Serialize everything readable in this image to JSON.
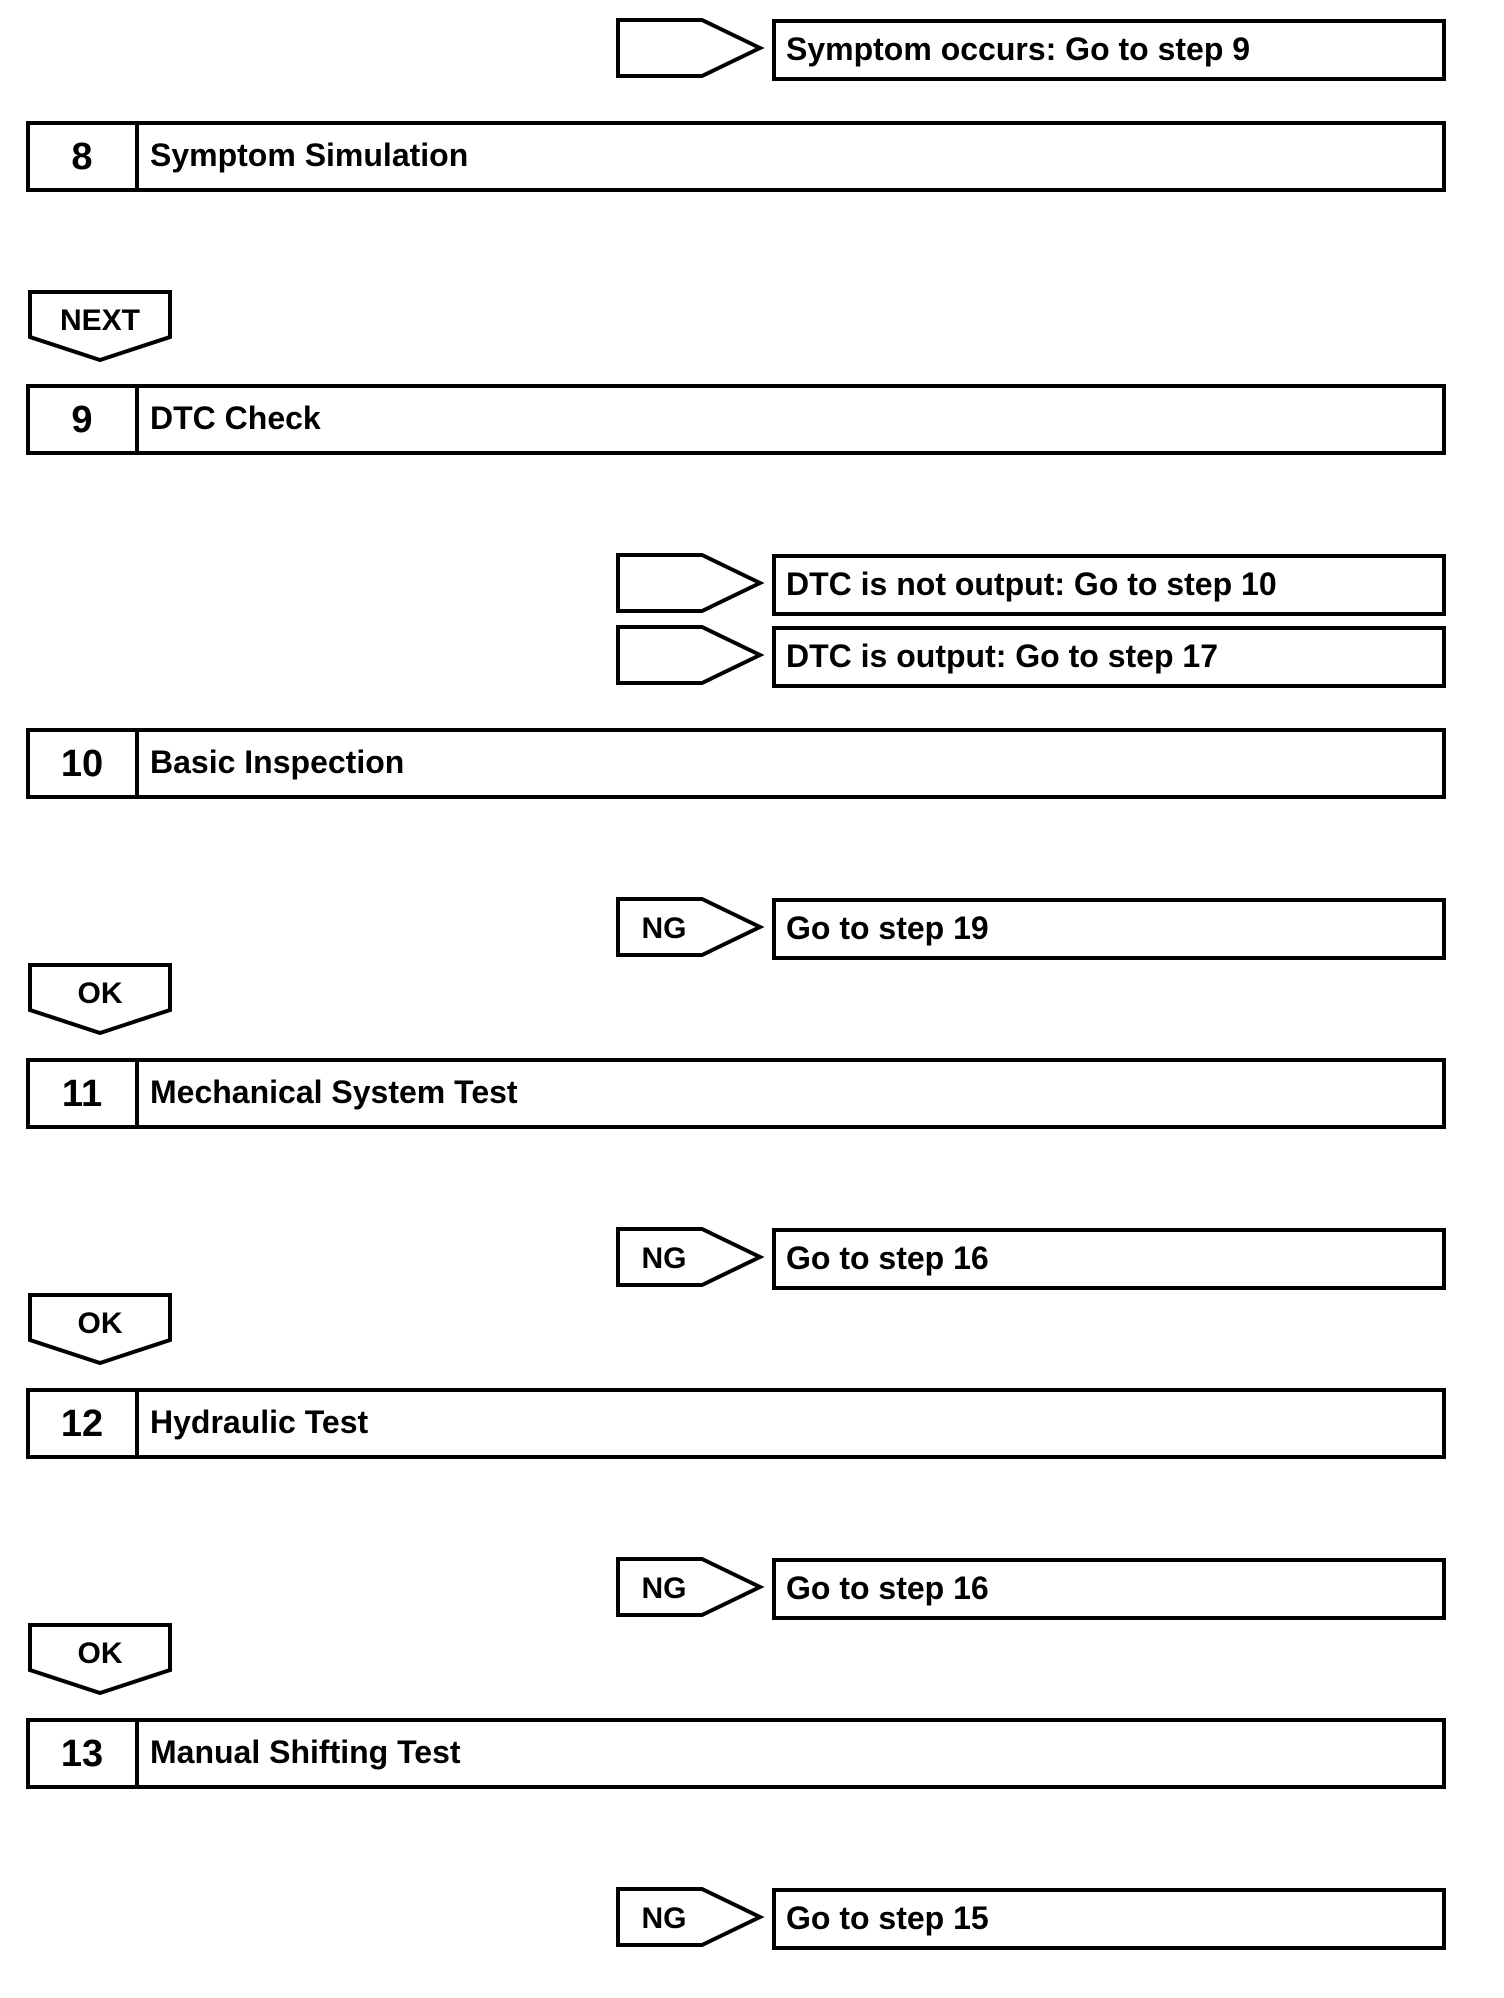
{
  "steps": [
    {
      "number": "8",
      "title": "Symptom Simulation"
    },
    {
      "number": "9",
      "title": "DTC Check"
    },
    {
      "number": "10",
      "title": "Basic Inspection"
    },
    {
      "number": "11",
      "title": "Mechanical System Test"
    },
    {
      "number": "12",
      "title": "Hydraulic Test"
    },
    {
      "number": "13",
      "title": "Manual Shifting Test"
    }
  ],
  "branches": [
    {
      "tag": "",
      "text": "Symptom occurs: Go to step 9"
    },
    {
      "tag": "",
      "text": "DTC is not output: Go to step 10"
    },
    {
      "tag": "",
      "text": "DTC is output: Go to step 17"
    },
    {
      "tag": "NG",
      "text": "Go to step 19"
    },
    {
      "tag": "NG",
      "text": "Go to step 16"
    },
    {
      "tag": "NG",
      "text": "Go to step 16"
    },
    {
      "tag": "NG",
      "text": "Go to step 15"
    }
  ],
  "connectors": [
    "NEXT",
    "OK",
    "OK",
    "OK"
  ]
}
